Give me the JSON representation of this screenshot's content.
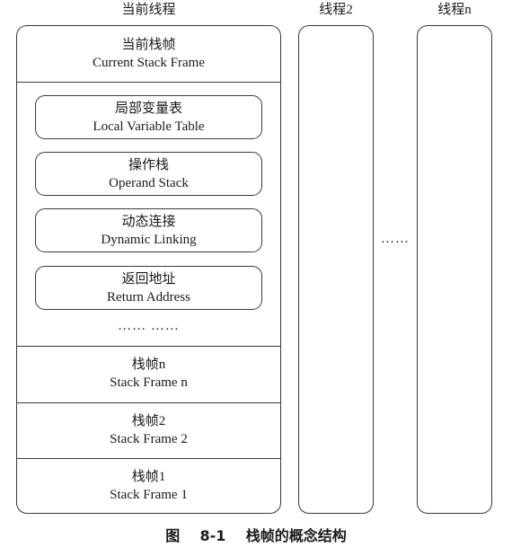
{
  "columns": {
    "current_thread": "当前线程",
    "thread2": "线程2",
    "thread_n": "线程n"
  },
  "current_frame": {
    "zh": "当前栈帧",
    "en": "Current Stack Frame"
  },
  "frame_parts": [
    {
      "zh": "局部变量表",
      "en": "Local Variable Table"
    },
    {
      "zh": "操作栈",
      "en": "Operand Stack"
    },
    {
      "zh": "动态连接",
      "en": "Dynamic Linking"
    },
    {
      "zh": "返回地址",
      "en": "Return Address"
    }
  ],
  "frame_parts_ellipsis": "…… ……",
  "stack_frames": [
    {
      "zh": "栈帧n",
      "en": "Stack Frame n"
    },
    {
      "zh": "栈帧2",
      "en": "Stack Frame 2"
    },
    {
      "zh": "栈帧1",
      "en": "Stack Frame 1"
    }
  ],
  "between_threads_ellipsis": "……",
  "caption": "图    8-1    栈帧的概念结构"
}
